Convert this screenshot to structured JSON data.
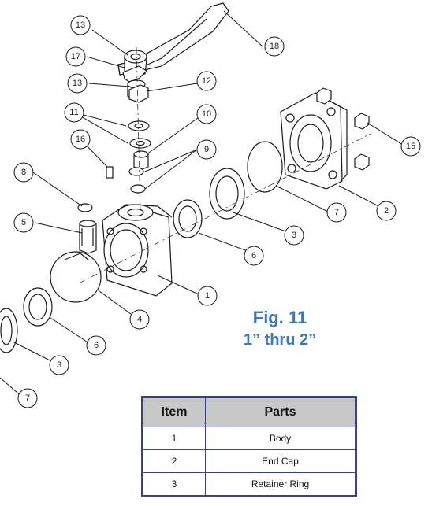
{
  "figure": {
    "title": "Fig. 11",
    "subtitle": "1” thru 2”"
  },
  "callouts": [
    "1",
    "2",
    "3",
    "3",
    "4",
    "5",
    "6",
    "6",
    "7",
    "7",
    "8",
    "9",
    "10",
    "11",
    "12",
    "13",
    "13",
    "15",
    "16",
    "17",
    "18"
  ],
  "table": {
    "headers": {
      "item": "Item",
      "parts": "Parts"
    },
    "rows": [
      {
        "item": "1",
        "part": "Body"
      },
      {
        "item": "2",
        "part": "End Cap"
      },
      {
        "item": "3",
        "part": "Retainer Ring"
      }
    ]
  },
  "colors": {
    "accent": "#3b78b8",
    "table_border": "#3c3f8a",
    "header_fill": "#c8c8c8"
  }
}
